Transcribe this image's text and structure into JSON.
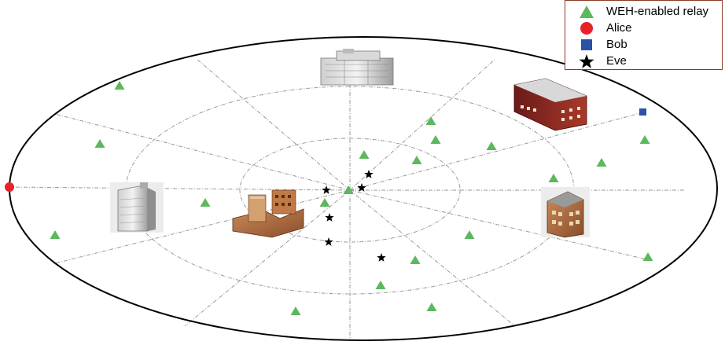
{
  "legend": {
    "items": [
      {
        "label": "WEH-enabled relay",
        "symbol": "triangle",
        "color": "#5cb85c"
      },
      {
        "label": "Alice",
        "symbol": "circle",
        "color": "#e8202a"
      },
      {
        "label": "Bob",
        "symbol": "square",
        "color": "#2a52a8"
      },
      {
        "label": "Eve",
        "symbol": "star",
        "color": "#000000"
      }
    ]
  },
  "colors": {
    "relay": "#5cb85c",
    "alice": "#e8202a",
    "bob": "#2a52a8",
    "eve": "#000000",
    "boundary": "#000000",
    "grid": "#9a9a9a"
  },
  "icons": [
    "building-icon",
    "building-icon",
    "building-icon",
    "building-icon",
    "building-icon"
  ]
}
